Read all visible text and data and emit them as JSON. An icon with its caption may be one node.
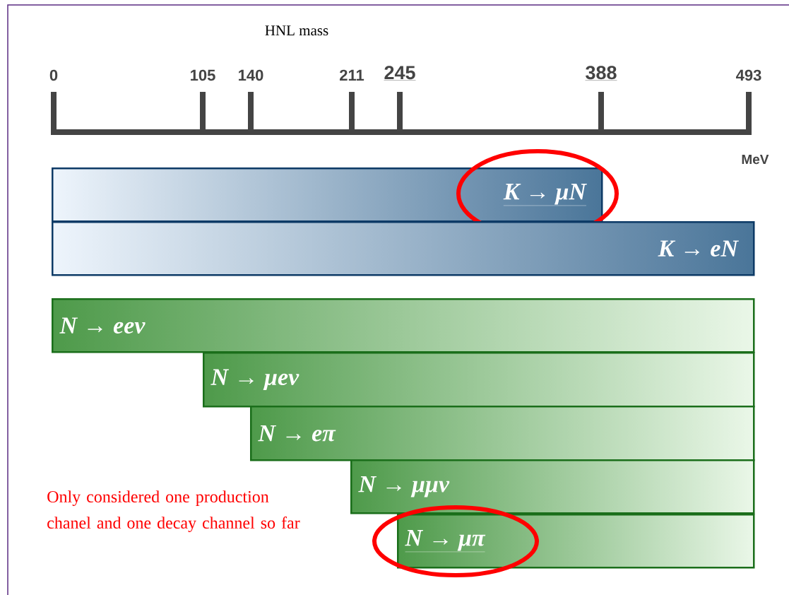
{
  "diagram": {
    "nodes": [
      {
        "text": [
          "K → μN"
        ]
      },
      {
        "text": [
          "K → eN"
        ]
      },
      {
        "text": [
          "N → eeν"
        ]
      },
      {
        "text": [
          "N → μeν"
        ]
      },
      {
        "text": [
          "N → eπ"
        ]
      },
      {
        "text": [
          "N → μμν"
        ]
      },
      {
        "text": [
          "N → μπ"
        ]
      }
    ],
    "labels": [
      "HNL mass",
      "0",
      "105",
      "140",
      "211",
      "245",
      "388",
      "493",
      "MeV",
      "Only considered one production chanel and one decay channel so far"
    ]
  }
}
